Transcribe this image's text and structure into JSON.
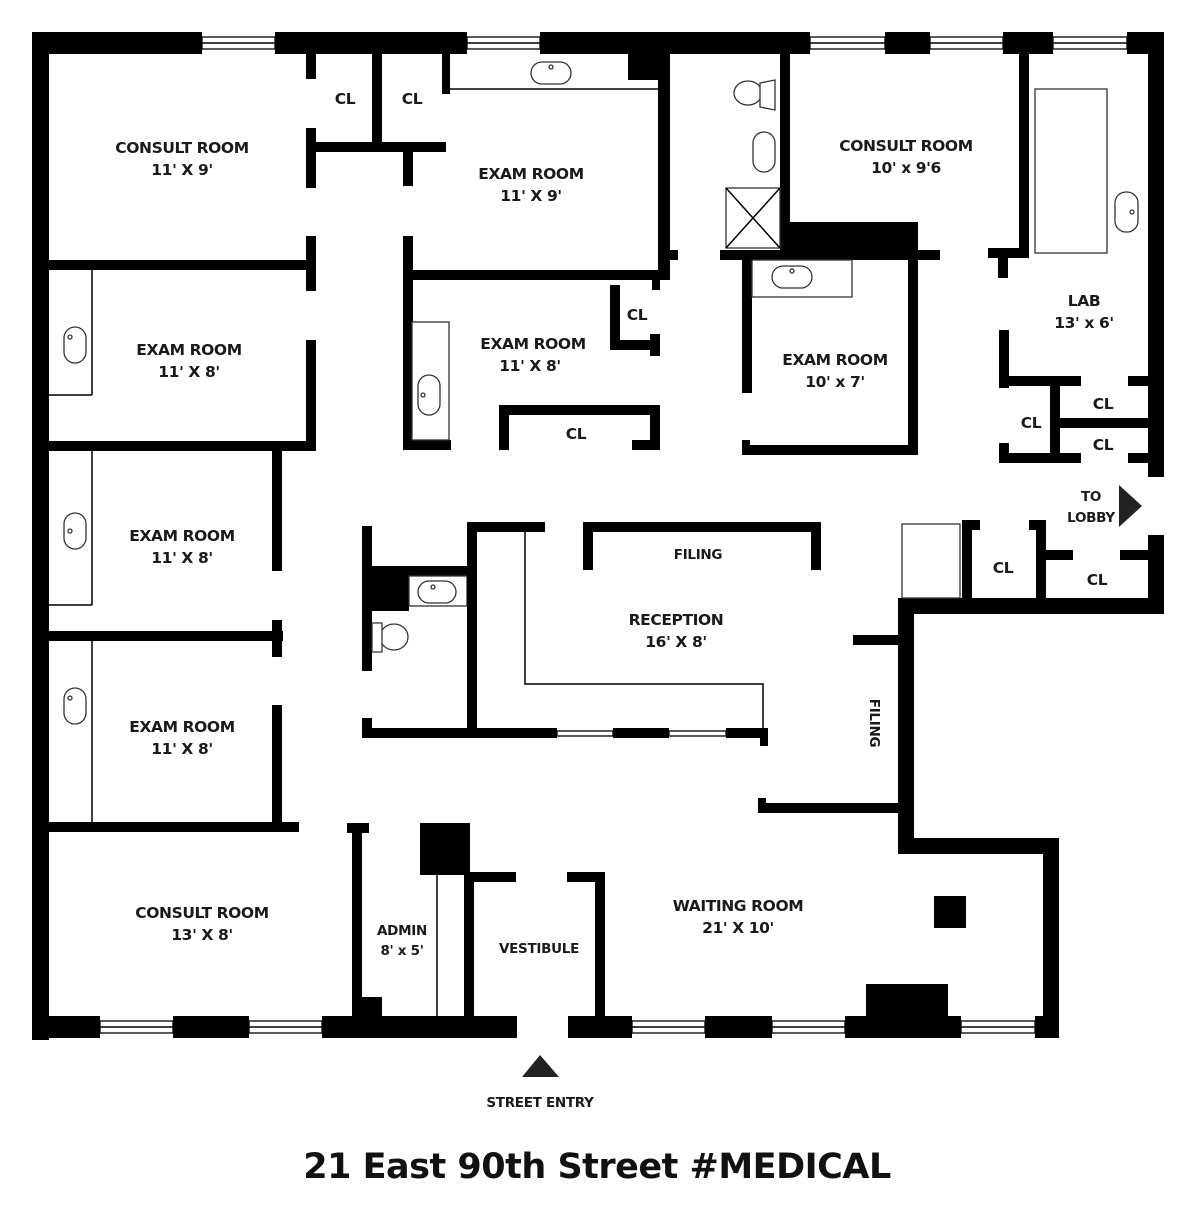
{
  "plan": {
    "title": "21 East 90th Street #MEDICAL",
    "rooms": [
      {
        "name": "CONSULT ROOM",
        "size": "11' X 9'"
      },
      {
        "name": "EXAM ROOM",
        "size": "11' X 9'"
      },
      {
        "name": "CONSULT ROOM",
        "size": "10' x 9'6"
      },
      {
        "name": "EXAM ROOM",
        "size": "11' X 8'"
      },
      {
        "name": "EXAM ROOM",
        "size": "11' X 8'"
      },
      {
        "name": "EXAM ROOM",
        "size": "10' x 7'"
      },
      {
        "name": "LAB",
        "size": "13' x 6'"
      },
      {
        "name": "EXAM ROOM",
        "size": "11' X 8'"
      },
      {
        "name": "EXAM ROOM",
        "size": "11' X 8'"
      },
      {
        "name": "RECEPTION",
        "size": "16' X 8'"
      },
      {
        "name": "CONSULT ROOM",
        "size": "13' X 8'"
      },
      {
        "name": "ADMIN",
        "size": "8' x 5'"
      },
      {
        "name": "VESTIBULE",
        "size": ""
      },
      {
        "name": "WAITING ROOM",
        "size": "21' X 10'"
      }
    ],
    "closet_label": "CL",
    "filing_label": "FILING",
    "to_lobby": {
      "line1": "TO",
      "line2": "LOBBY"
    },
    "street_entry": "STREET ENTRY",
    "wall_color": "#000000"
  }
}
